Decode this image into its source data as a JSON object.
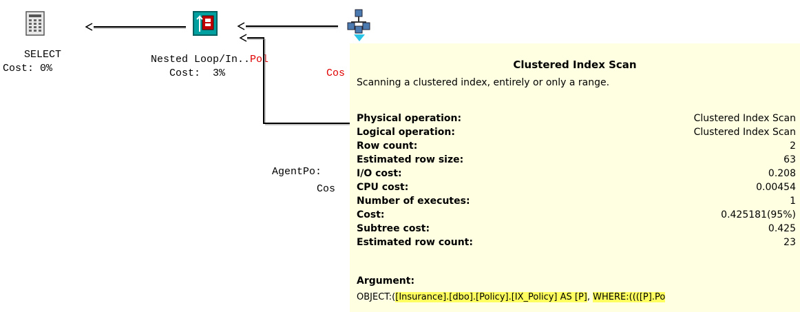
{
  "nodes": {
    "select": {
      "name": "SELECT",
      "cost": "Cost: 0%"
    },
    "nested_loop": {
      "name": "Nested Loop/In..",
      "cost": "Cost:  3%"
    },
    "policy": {
      "name": "Pol",
      "cost": "Cos"
    },
    "agent_policy": {
      "name": "AgentPo:",
      "cost": "Cos"
    }
  },
  "tooltip": {
    "title": "Clustered Index Scan",
    "description": "Scanning a clustered index, entirely or only a range.",
    "properties": [
      {
        "key": "Physical operation:",
        "value": "Clustered Index Scan"
      },
      {
        "key": "Logical operation:",
        "value": "Clustered Index Scan"
      },
      {
        "key": "Row count:",
        "value": "2"
      },
      {
        "key": "Estimated row size:",
        "value": "63"
      },
      {
        "key": "I/O cost:",
        "value": "0.208"
      },
      {
        "key": "CPU cost:",
        "value": "0.00454"
      },
      {
        "key": "Number of executes:",
        "value": "1"
      },
      {
        "key": "Cost:",
        "value": "0.425181(95%)"
      },
      {
        "key": "Subtree cost:",
        "value": "0.425"
      },
      {
        "key": "Estimated row count:",
        "value": "23"
      }
    ],
    "argument_label": "Argument:",
    "argument_prefix": "OBJECT:(",
    "argument_object": "[Insurance].[dbo].[Policy].[IX_Policy] AS [P]",
    "argument_sep": ", ",
    "argument_where": "WHERE:((([P].Po"
  },
  "colors": {
    "tooltip_bg": "#ffffe1",
    "highlight": "#ffff60",
    "red_text": "#e00000",
    "icon_teal": "#00a0a0"
  }
}
